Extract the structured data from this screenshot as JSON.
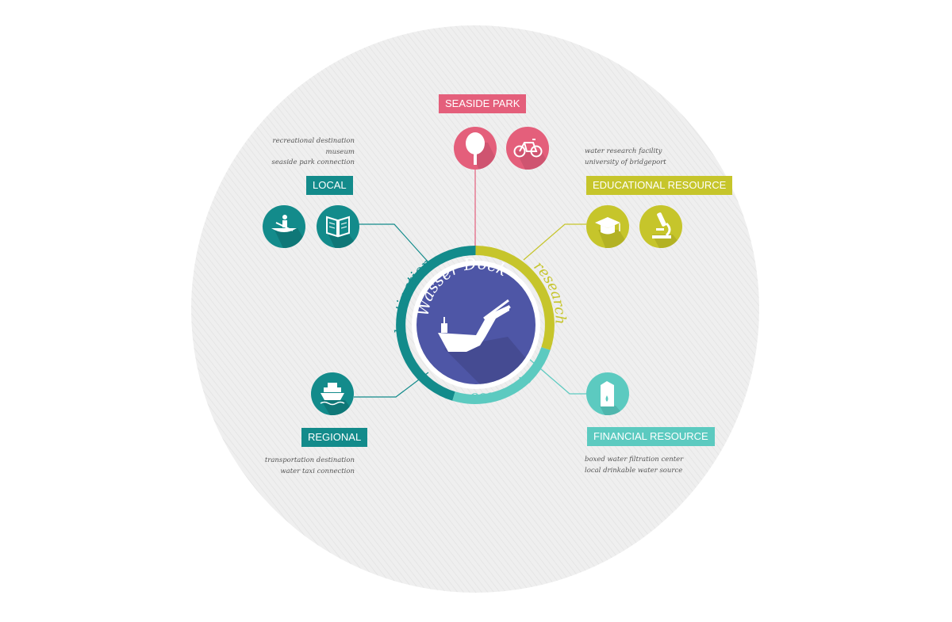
{
  "center": {
    "title": "Wasser Dock",
    "ship_icon": "aircraft-carrier-icon",
    "ring_words": [
      "destination",
      "research",
      "economic"
    ]
  },
  "nodes": {
    "seaside": {
      "label": "SEASIDE PARK",
      "icons": [
        "tree-icon",
        "bicycle-icon"
      ]
    },
    "local": {
      "label": "LOCAL",
      "icons": [
        "canoe-icon",
        "book-icon"
      ],
      "notes": [
        "recreational destination",
        "museum",
        "seaside park connection"
      ]
    },
    "educational": {
      "label": "EDUCATIONAL RESOURCE",
      "icons": [
        "graduation-cap-icon",
        "microscope-icon"
      ],
      "notes": [
        "water research facility",
        "university of bridgeport"
      ]
    },
    "regional": {
      "label": "REGIONAL",
      "icons": [
        "ferry-boat-icon"
      ],
      "notes": [
        "transportation destination",
        "water taxi connection"
      ]
    },
    "financial": {
      "label": "FINANCIAL RESOURCE",
      "icons": [
        "water-carton-icon"
      ],
      "notes": [
        "boxed water filtration center",
        "local drinkable water source"
      ]
    }
  },
  "colors": {
    "teal_dark": "#138b8b",
    "olive": "#c6c52b",
    "aqua": "#5ccac0",
    "pink": "#e45f7b",
    "navy": "#4e56a6",
    "background_circle": "#ececec"
  }
}
